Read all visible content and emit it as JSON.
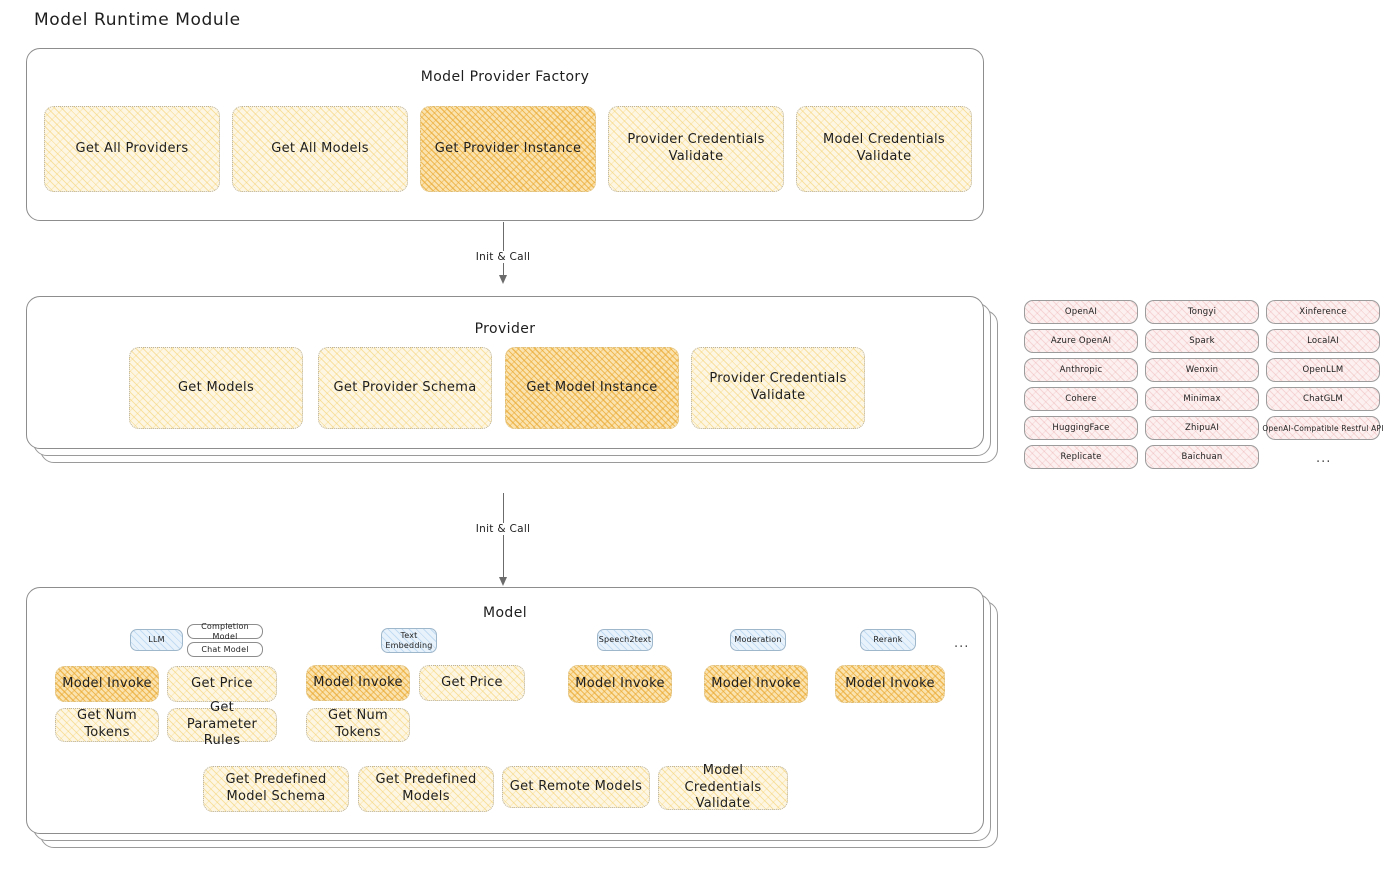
{
  "page": {
    "title": "Model Runtime Module"
  },
  "colors": {
    "node_fill": "#fdf6e3",
    "node_highlight_fill": "#fbe3b0",
    "provider_pill_fill": "#fdf0f0",
    "tag_blue_fill": "#e7f2fb",
    "border": "#8d8d8d",
    "text": "#1e1e1e"
  },
  "factory": {
    "title": "Model Provider Factory",
    "nodes": [
      {
        "label": "Get All Providers",
        "highlighted": false
      },
      {
        "label": "Get All Models",
        "highlighted": false
      },
      {
        "label": "Get Provider Instance",
        "highlighted": true
      },
      {
        "label": "Provider Credentials Validate",
        "highlighted": false
      },
      {
        "label": "Model Credentials Validate",
        "highlighted": false
      }
    ]
  },
  "arrow_factory_to_provider": {
    "label": "Init & Call"
  },
  "provider": {
    "title": "Provider",
    "nodes": [
      {
        "label": "Get Models",
        "highlighted": false
      },
      {
        "label": "Get Provider Schema",
        "highlighted": false
      },
      {
        "label": "Get Model Instance",
        "highlighted": true
      },
      {
        "label": "Provider Credentials Validate",
        "highlighted": false
      }
    ]
  },
  "provider_list": {
    "columns": [
      [
        "OpenAI",
        "Azure OpenAI",
        "Anthropic",
        "Cohere",
        "HuggingFace",
        "Replicate"
      ],
      [
        "Tongyi",
        "Spark",
        "Wenxin",
        "Minimax",
        "ZhipuAI",
        "Baichuan"
      ],
      [
        "Xinference",
        "LocalAI",
        "OpenLLM",
        "ChatGLM",
        "OpenAI-Compatible Restful API"
      ]
    ],
    "more": "..."
  },
  "arrow_provider_to_model": {
    "label": "Init & Call"
  },
  "model": {
    "title": "Model",
    "more": "...",
    "groups": [
      {
        "tag": "LLM",
        "tag_style": "blue",
        "subtags": [
          "Completion Model",
          "Chat Model"
        ],
        "nodes": [
          {
            "label": "Model Invoke",
            "highlighted": true
          },
          {
            "label": "Get Price",
            "highlighted": false
          },
          {
            "label": "Get Num Tokens",
            "highlighted": false
          },
          {
            "label": "Get Parameter Rules",
            "highlighted": false
          }
        ]
      },
      {
        "tag": "Text Embedding",
        "tag_style": "blue",
        "subtags": [],
        "nodes": [
          {
            "label": "Model Invoke",
            "highlighted": true
          },
          {
            "label": "Get Price",
            "highlighted": false
          },
          {
            "label": "Get Num Tokens",
            "highlighted": false
          }
        ]
      },
      {
        "tag": "Speech2text",
        "tag_style": "blue",
        "subtags": [],
        "nodes": [
          {
            "label": "Model Invoke",
            "highlighted": true
          }
        ]
      },
      {
        "tag": "Moderation",
        "tag_style": "blue",
        "subtags": [],
        "nodes": [
          {
            "label": "Model Invoke",
            "highlighted": true
          }
        ]
      },
      {
        "tag": "Rerank",
        "tag_style": "blue",
        "subtags": [],
        "nodes": [
          {
            "label": "Model Invoke",
            "highlighted": true
          }
        ]
      }
    ],
    "common_nodes": [
      {
        "label": "Get Predefined Model Schema"
      },
      {
        "label": "Get Predefined Models"
      },
      {
        "label": "Get Remote Models"
      },
      {
        "label": "Model Credentials Validate"
      }
    ]
  }
}
